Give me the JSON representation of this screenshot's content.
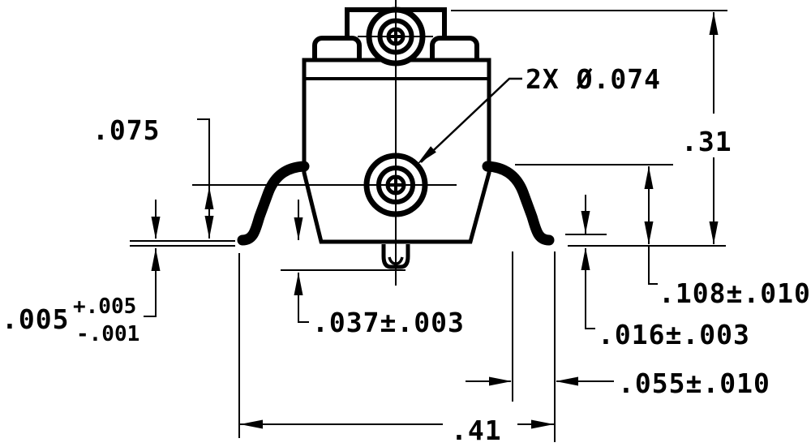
{
  "drawing": {
    "type": "engineering-dimension-drawing",
    "background": "#ffffff",
    "line_color": "#000000",
    "labels": {
      "hole_callout": "2X Ø.074",
      "overall_height": ".31",
      "centerline_to_base": ".075",
      "standoff_value": ".005",
      "standoff_tol_plus": "+.005",
      "standoff_tol_minus": "-.001",
      "pin_protrusion": ".037±.003",
      "lead_height": ".108±.010",
      "lead_thickness": ".016±.003",
      "foot_length": ".055±.010",
      "overall_span": ".41"
    }
  }
}
